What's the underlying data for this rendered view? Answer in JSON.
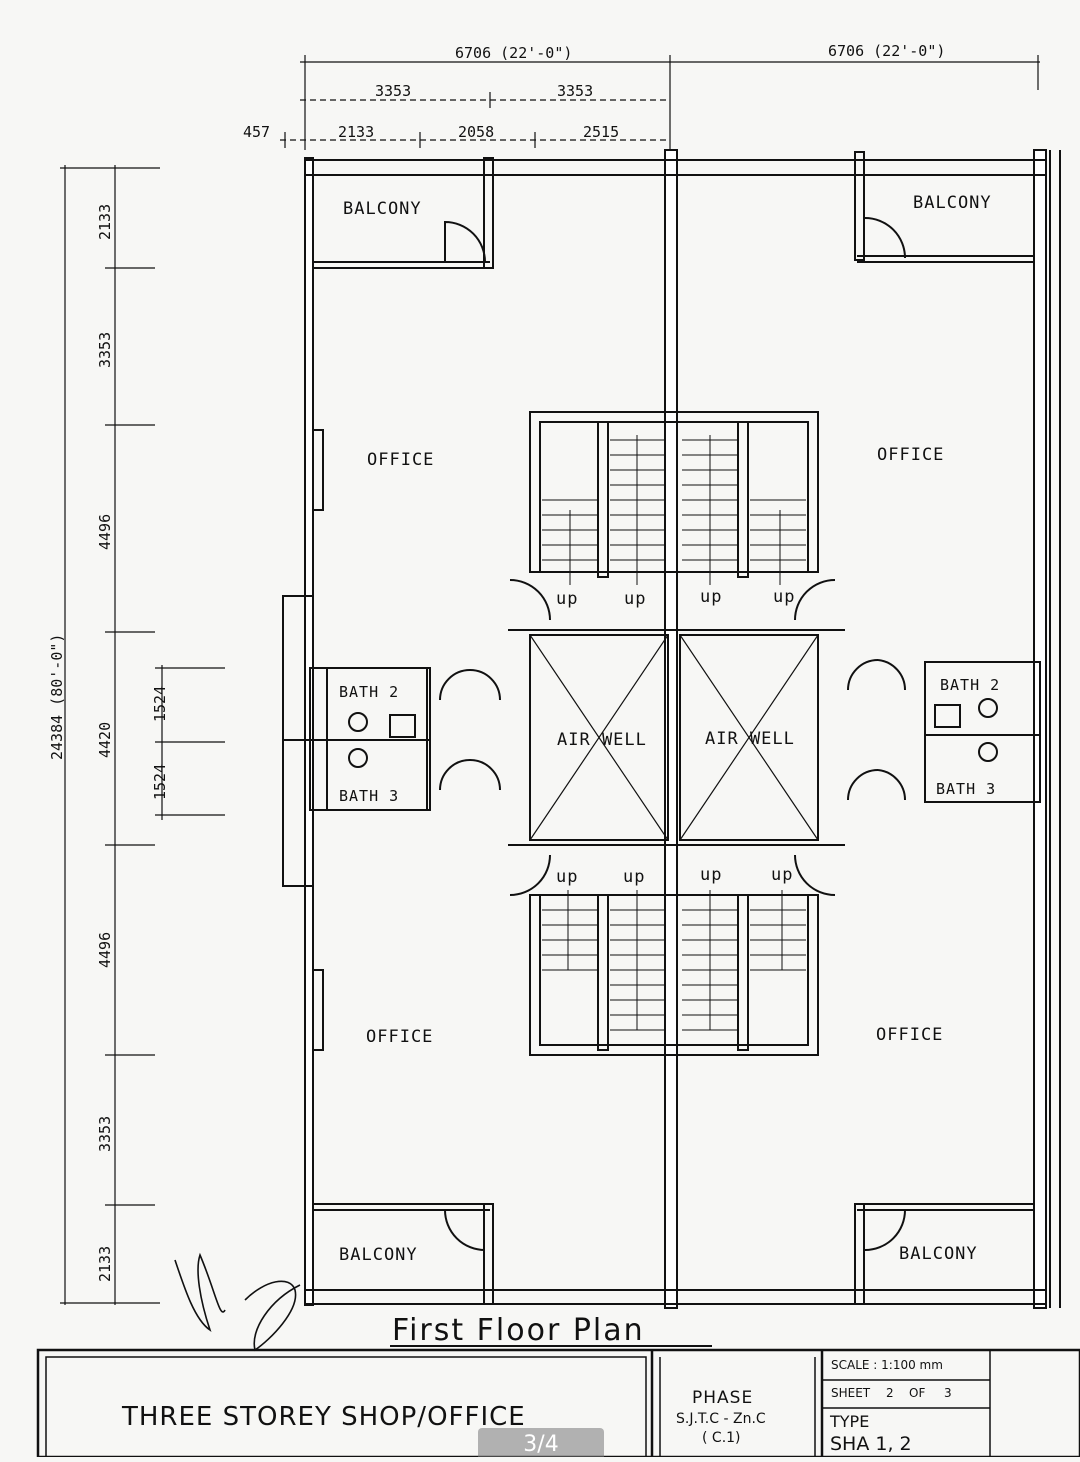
{
  "dimensions": {
    "top_total_left": "6706 (22'-0\")",
    "top_total_right": "6706 (22'-0\")",
    "top_half_1": "3353",
    "top_half_2": "3353",
    "top_a": "457",
    "top_b": "2133",
    "top_c": "2058",
    "top_d": "2515",
    "side_total": "24384 (80'-0\")",
    "side_1": "2133",
    "side_2": "3353",
    "side_3": "4496",
    "side_4": "4420",
    "side_5": "4496",
    "side_6": "3353",
    "side_7": "2133",
    "bath_a": "1524",
    "bath_b": "1524"
  },
  "rooms": {
    "balcony_tl": "BALCONY",
    "balcony_tr": "BALCONY",
    "balcony_bl": "BALCONY",
    "balcony_br": "BALCONY",
    "office_tl": "OFFICE",
    "office_tr": "OFFICE",
    "office_bl": "OFFICE",
    "office_br": "OFFICE",
    "bath2_l": "BATH 2",
    "bath3_l": "BATH 3",
    "bath2_r": "BATH 2",
    "bath3_r": "BATH 3",
    "airwell_l": "AIR WELL",
    "airwell_r": "AIR WELL",
    "up": "up"
  },
  "plan_title": "First Floor Plan",
  "title_block": {
    "project": "THREE STOREY SHOP/OFFICE",
    "phase_label": "PHASE",
    "phase_value": "S.J.T.C - Zn.C",
    "phase_sub": "( C.1)",
    "scale": "SCALE : 1:100 mm",
    "sheet_label": "SHEET",
    "sheet_no": "2",
    "sheet_of": "OF",
    "sheet_total": "3",
    "type_label": "TYPE",
    "type_value": "SHA 1, 2"
  },
  "viewer": {
    "page_counter": "3/4"
  }
}
